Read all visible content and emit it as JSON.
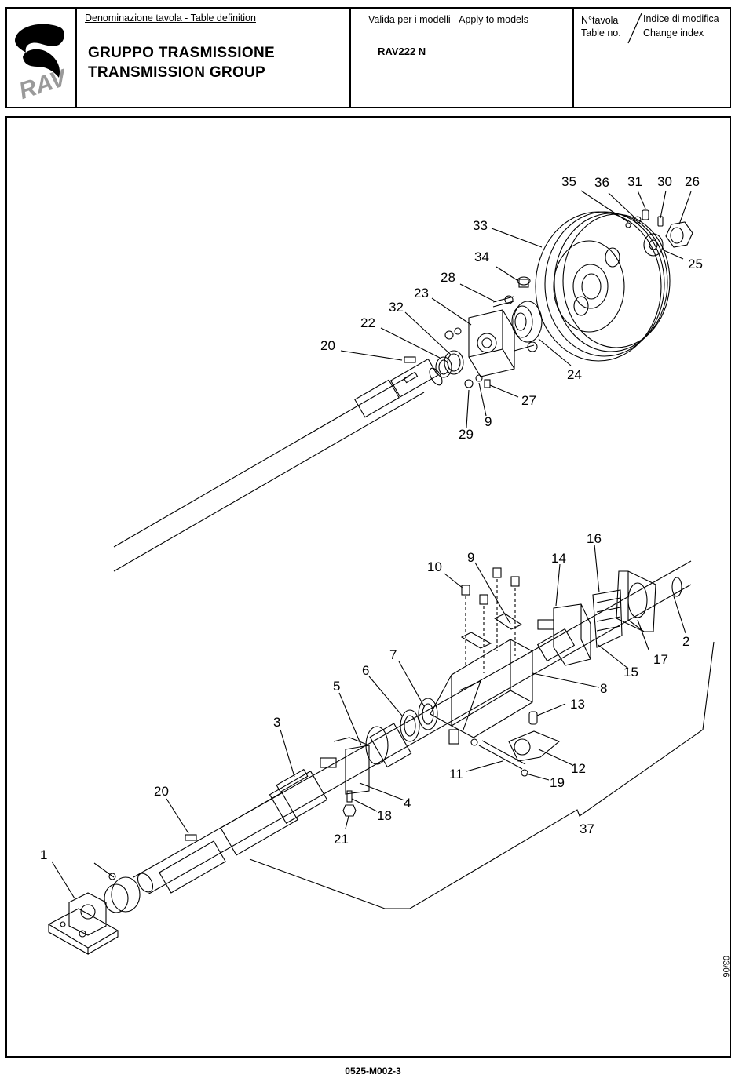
{
  "header": {
    "logo_text": "RAV",
    "definition_label": "Denominazione tavola - Table definition",
    "title_it": "GRUPPO TRASMISSIONE",
    "title_en": "TRANSMISSION GROUP",
    "models_label": "Valida per i modelli - Apply to models",
    "model": "RAV222 N",
    "table_no_it": "N°tavola",
    "table_no_en": "Table no.",
    "change_index_it": "Indice di modifica",
    "change_index_en": "Change index"
  },
  "callouts": {
    "c1": "1",
    "c2": "2",
    "c3": "3",
    "c4": "4",
    "c5": "5",
    "c6": "6",
    "c7": "7",
    "c8": "8",
    "c9a": "9",
    "c9b": "9",
    "c10": "10",
    "c11": "11",
    "c12": "12",
    "c13": "13",
    "c14": "14",
    "c15": "15",
    "c16": "16",
    "c17": "17",
    "c18": "18",
    "c19": "19",
    "c20a": "20",
    "c20b": "20",
    "c21": "21",
    "c22": "22",
    "c23": "23",
    "c24": "24",
    "c25": "25",
    "c26": "26",
    "c27": "27",
    "c28": "28",
    "c29": "29",
    "c30": "30",
    "c31": "31",
    "c32": "32",
    "c33": "33",
    "c34": "34",
    "c35": "35",
    "c36": "36",
    "c37": "37"
  },
  "footer": {
    "drawing_code": "0525-M002-3",
    "date": "03/06"
  },
  "colors": {
    "line": "#000000",
    "logo_gray": "#9a9a9a",
    "background": "#ffffff"
  }
}
